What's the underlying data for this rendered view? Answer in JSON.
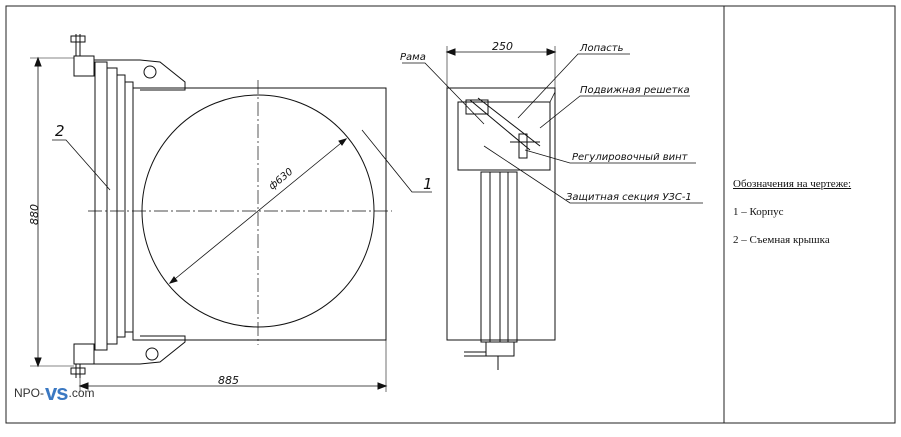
{
  "drawing": {
    "dim_width": "250",
    "dim_height": "880",
    "dim_length": "885",
    "dim_diameter": "ф630",
    "callout_1": "1",
    "callout_2": "2",
    "label_frame": "Рама",
    "label_blade": "Лопасть",
    "label_grille": "Подвижная решетка",
    "label_screw": "Регулировочный винт",
    "label_section": "Защитная секция УЗС-1"
  },
  "legend": {
    "title": "Обозначения на чертеже:",
    "item1": "1 – Корпус",
    "item2": "2 – Съемная крышка"
  },
  "logo": {
    "left": "NPO-",
    "mid": "vs",
    "right": ".com"
  }
}
